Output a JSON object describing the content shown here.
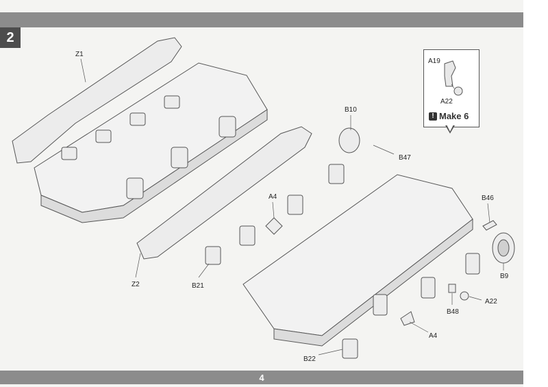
{
  "step": {
    "number": "2"
  },
  "footer": {
    "page_number": "4"
  },
  "callout": {
    "make_label": "Make 6",
    "warning_glyph": "!",
    "parts": [
      "A19",
      "A22"
    ]
  },
  "labels": {
    "z1": "Z1",
    "z2": "Z2",
    "b10": "B10",
    "b47": "B47",
    "a4_top": "A4",
    "b21": "B21",
    "b46": "B46",
    "b9": "B9",
    "a22": "A22",
    "b48": "B48",
    "a4_bottom": "A4",
    "b22": "B22"
  },
  "colors": {
    "bar": "#8c8c8c",
    "step_box": "#4d4d4d",
    "line_art": "#555555"
  }
}
